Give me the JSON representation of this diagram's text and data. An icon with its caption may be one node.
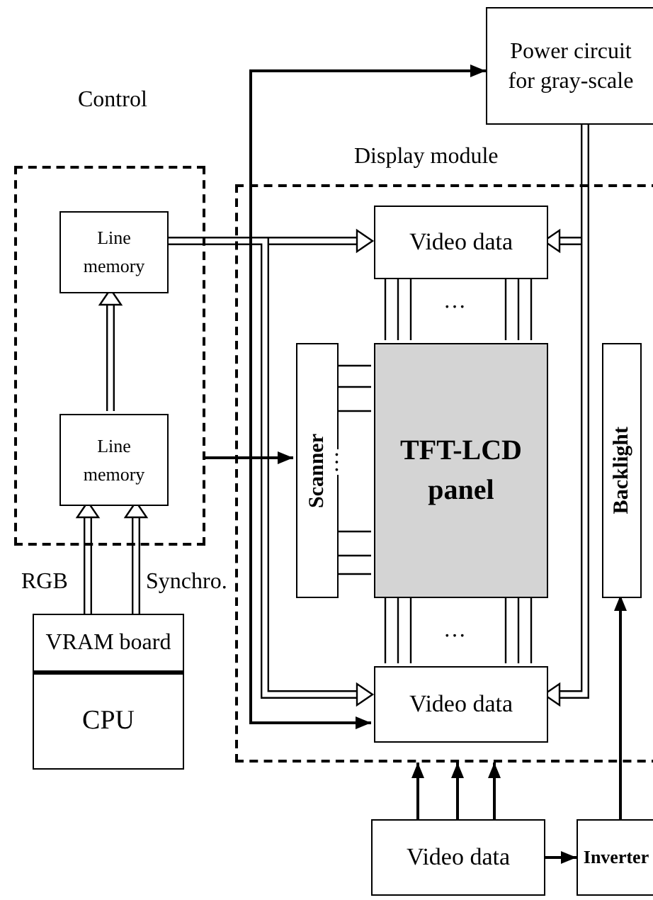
{
  "diagram": {
    "nodes": [
      {
        "text": [
          "Control"
        ]
      },
      {
        "text": [
          "Line memory"
        ],
        "in": 0
      },
      {
        "text": [
          "Line memory"
        ],
        "in": 0
      },
      {
        "text": [
          "VRAM board"
        ]
      },
      {
        "text": [
          "CPU"
        ]
      },
      {
        "text": [
          "Display module"
        ]
      },
      {
        "text": [
          "Power circuit for gray-scale"
        ]
      },
      {
        "text": [
          "Video data"
        ],
        "in": 5
      },
      {
        "text": [
          "Scanner"
        ],
        "in": 5
      },
      {
        "text": [
          "TFT-LCD panel"
        ],
        "in": 5
      },
      {
        "text": [
          "Backlight"
        ],
        "in": 5
      },
      {
        "text": [
          "Video data"
        ],
        "in": 5
      },
      {
        "text": [
          "Video data"
        ]
      },
      {
        "text": [
          "Inverter"
        ]
      }
    ],
    "edges": [
      {
        "from": 1,
        "to": 7,
        "arrow": "to",
        "style": "thick"
      },
      {
        "from": 2,
        "to": 1,
        "arrow": "to",
        "style": "thick"
      },
      {
        "from": 3,
        "to": 2,
        "arrow": "to",
        "style": "thick"
      },
      {
        "from": 3,
        "to": 2,
        "arrow": "to",
        "style": "thick"
      },
      {
        "from": 1,
        "to": 11,
        "arrow": "to",
        "style": "thick"
      },
      {
        "from": 6,
        "to": 7,
        "arrow": "to",
        "style": "thick"
      },
      {
        "from": 6,
        "to": 11,
        "arrow": "to",
        "style": "thick"
      },
      {
        "from": 0,
        "to": 8,
        "arrow": "to"
      },
      {
        "from": 0,
        "to": 6,
        "arrow": "to"
      },
      {
        "from": 0,
        "to": 11,
        "arrow": "to"
      },
      {
        "from": 12,
        "to": 5,
        "arrow": "to"
      },
      {
        "from": 12,
        "to": 5,
        "arrow": "to"
      },
      {
        "from": 12,
        "to": 5,
        "arrow": "to"
      },
      {
        "from": 12,
        "to": 13,
        "arrow": "to"
      },
      {
        "from": 13,
        "to": 10,
        "arrow": "to"
      },
      {
        "from": 7,
        "to": 9,
        "arrow": "none"
      },
      {
        "from": 11,
        "to": 9,
        "arrow": "none"
      },
      {
        "from": 8,
        "to": 9,
        "arrow": "none"
      }
    ],
    "labels": [
      "RGB",
      "Synchro.",
      "…",
      "…",
      "…"
    ]
  }
}
